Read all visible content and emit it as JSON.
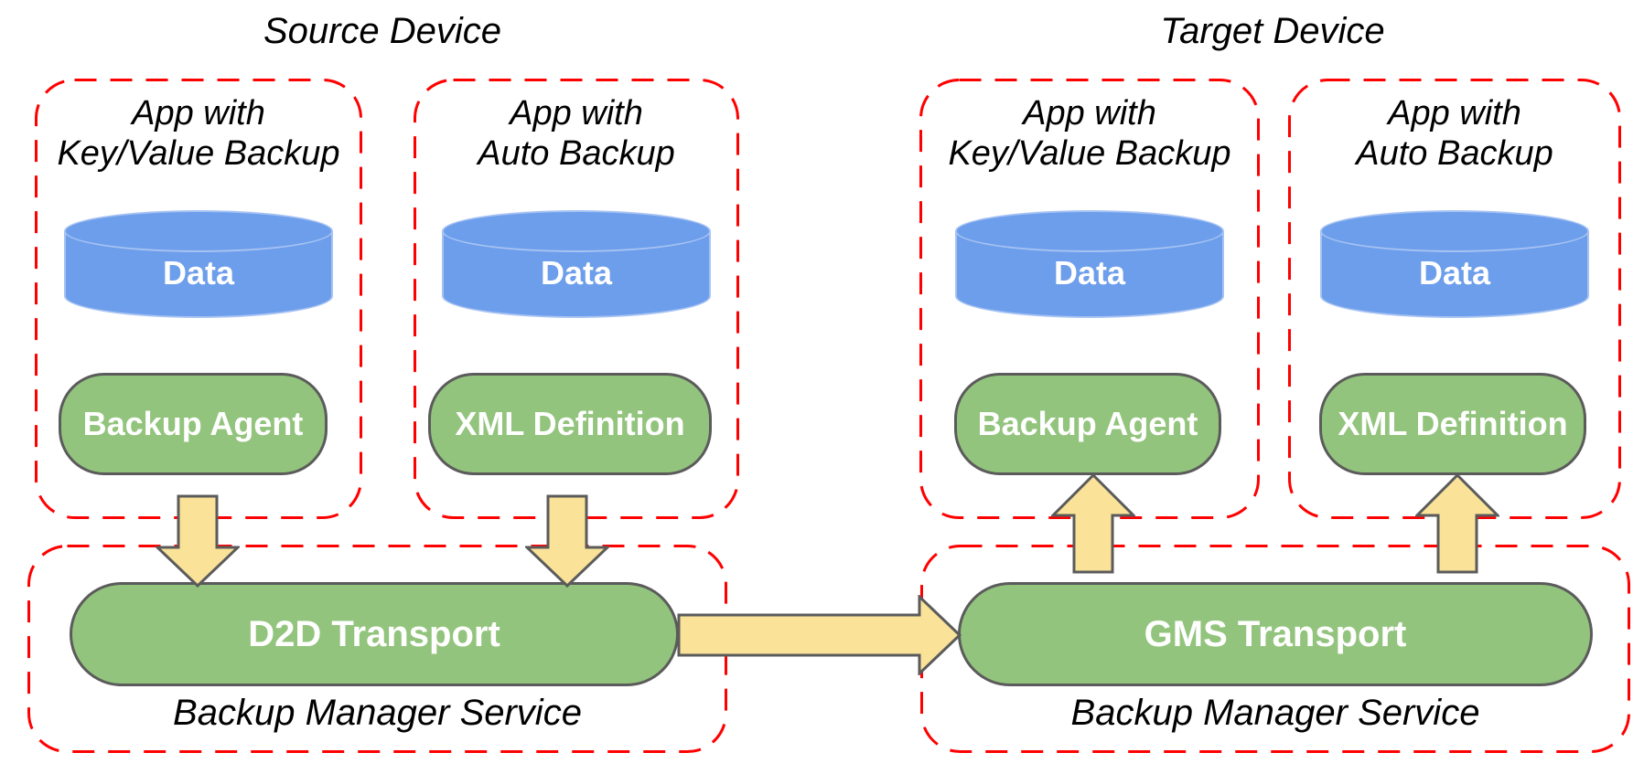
{
  "source": {
    "title": "Source Device",
    "apps": [
      {
        "title_lines": [
          "App with",
          "Key/Value Backup"
        ],
        "data_label": "Data",
        "component": "Backup Agent"
      },
      {
        "title_lines": [
          "App with",
          "Auto Backup"
        ],
        "data_label": "Data",
        "component": "XML Definition"
      }
    ],
    "service": {
      "transport": "D2D Transport",
      "label": "Backup Manager Service"
    }
  },
  "target": {
    "title": "Target Device",
    "apps": [
      {
        "title_lines": [
          "App with",
          "Key/Value Backup"
        ],
        "data_label": "Data",
        "component": "Backup Agent"
      },
      {
        "title_lines": [
          "App with",
          "Auto Backup"
        ],
        "data_label": "Data",
        "component": "XML Definition"
      }
    ],
    "service": {
      "transport": "GMS Transport",
      "label": "Backup Manager Service"
    }
  },
  "colors": {
    "red": "#ff0000",
    "green": "#93c47d",
    "blue": "#6d9eeb",
    "bluestroke": "#a7c3f3",
    "arrow": "#fae398",
    "stroke": "#5b5b5b",
    "ink": "#000000",
    "paper": "#ffffff"
  }
}
